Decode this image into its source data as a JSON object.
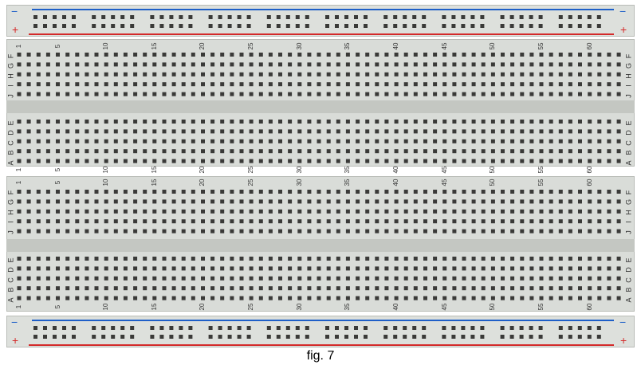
{
  "figure": {
    "caption": "fig. 7"
  },
  "rails": {
    "minus_symbol": "−",
    "plus_symbol": "+",
    "minus_color": "#1e5fc8",
    "plus_color": "#d42a2a"
  },
  "board": {
    "column_numbers": [
      "1",
      "5",
      "10",
      "15",
      "20",
      "25",
      "30",
      "35",
      "40",
      "45",
      "50",
      "55",
      "60"
    ],
    "upper_row_letters": [
      "J",
      "I",
      "H",
      "G",
      "F"
    ],
    "lower_row_letters": [
      "E",
      "D",
      "C",
      "B",
      "A"
    ],
    "hole_color": "#3a3a38",
    "body_color": "#d9dcd8"
  }
}
